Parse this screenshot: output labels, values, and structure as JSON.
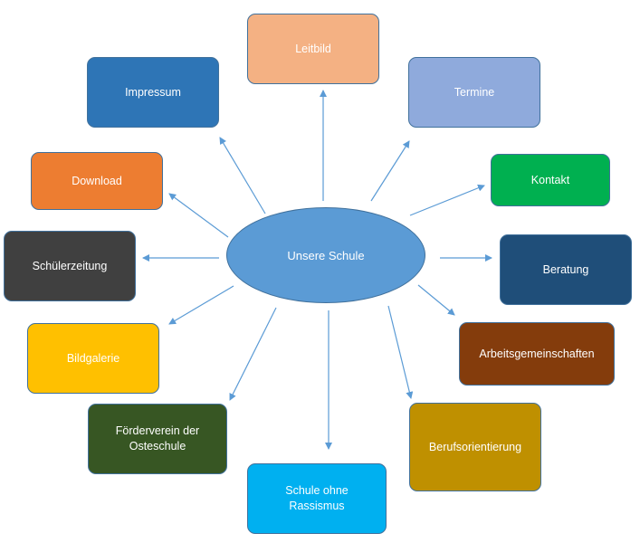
{
  "center": {
    "label": "Unsere Schule",
    "color": "#5b9bd5"
  },
  "nodes": {
    "leitbild": {
      "label": "Leitbild",
      "color": "#f4b183"
    },
    "impressum": {
      "label": "Impressum",
      "color": "#2e75b6"
    },
    "termine": {
      "label": "Termine",
      "color": "#8faadc"
    },
    "download": {
      "label": "Download",
      "color": "#ed7d31"
    },
    "kontakt": {
      "label": "Kontakt",
      "color": "#00b050"
    },
    "schuelerzeitung": {
      "label": "Schülerzeitung",
      "color": "#404040"
    },
    "beratung": {
      "label": "Beratung",
      "color": "#1f4e79"
    },
    "bildgalerie": {
      "label": "Bildgalerie",
      "color": "#ffc000"
    },
    "ags": {
      "label": "Arbeitsgemeinschaften",
      "color": "#843c0c"
    },
    "foerderverein": {
      "label": "Förderverein der\nOsteschule",
      "color": "#375623"
    },
    "berufsorientierung": {
      "label": "Berufsorientierung",
      "color": "#bf9000"
    },
    "rassismus": {
      "label": "Schule ohne\nRassismus",
      "color": "#00b0f0"
    }
  },
  "arrow_color": "#5b9bd5"
}
